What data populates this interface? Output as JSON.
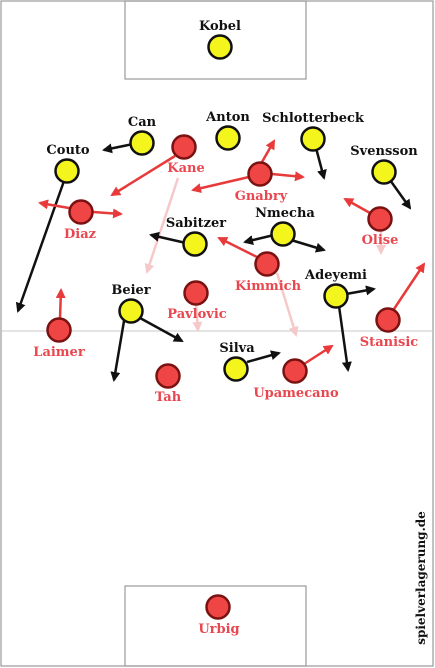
{
  "colors": {
    "line": "#9a9a9a",
    "team_yellow_fill": "#f5f51e",
    "team_yellow_label": "#111111",
    "team_red_fill": "#f04545",
    "team_red_label": "#e8474f",
    "arrow_black": "#111111",
    "arrow_red": "#e83a3a",
    "arrow_faint": "#f5c9c9"
  },
  "watermark": "spielverlagerung.de",
  "players": {
    "yellow": {
      "kobel": "Kobel",
      "can": "Can",
      "anton": "Anton",
      "schlotterbeck": "Schlotterbeck",
      "couto": "Couto",
      "svensson": "Svensson",
      "sabitzer": "Sabitzer",
      "nmecha": "Nmecha",
      "beier": "Beier",
      "adeyemi": "Adeyemi",
      "silva": "Silva"
    },
    "red": {
      "kane": "Kane",
      "gnabry": "Gnabry",
      "diaz": "Diaz",
      "olise": "Olise",
      "kimmich": "Kimmich",
      "pavlovic": "Pavlovic",
      "laimer": "Laimer",
      "stanisic": "Stanisic",
      "tah": "Tah",
      "upamecano": "Upamecano",
      "urbig": "Urbig"
    }
  }
}
